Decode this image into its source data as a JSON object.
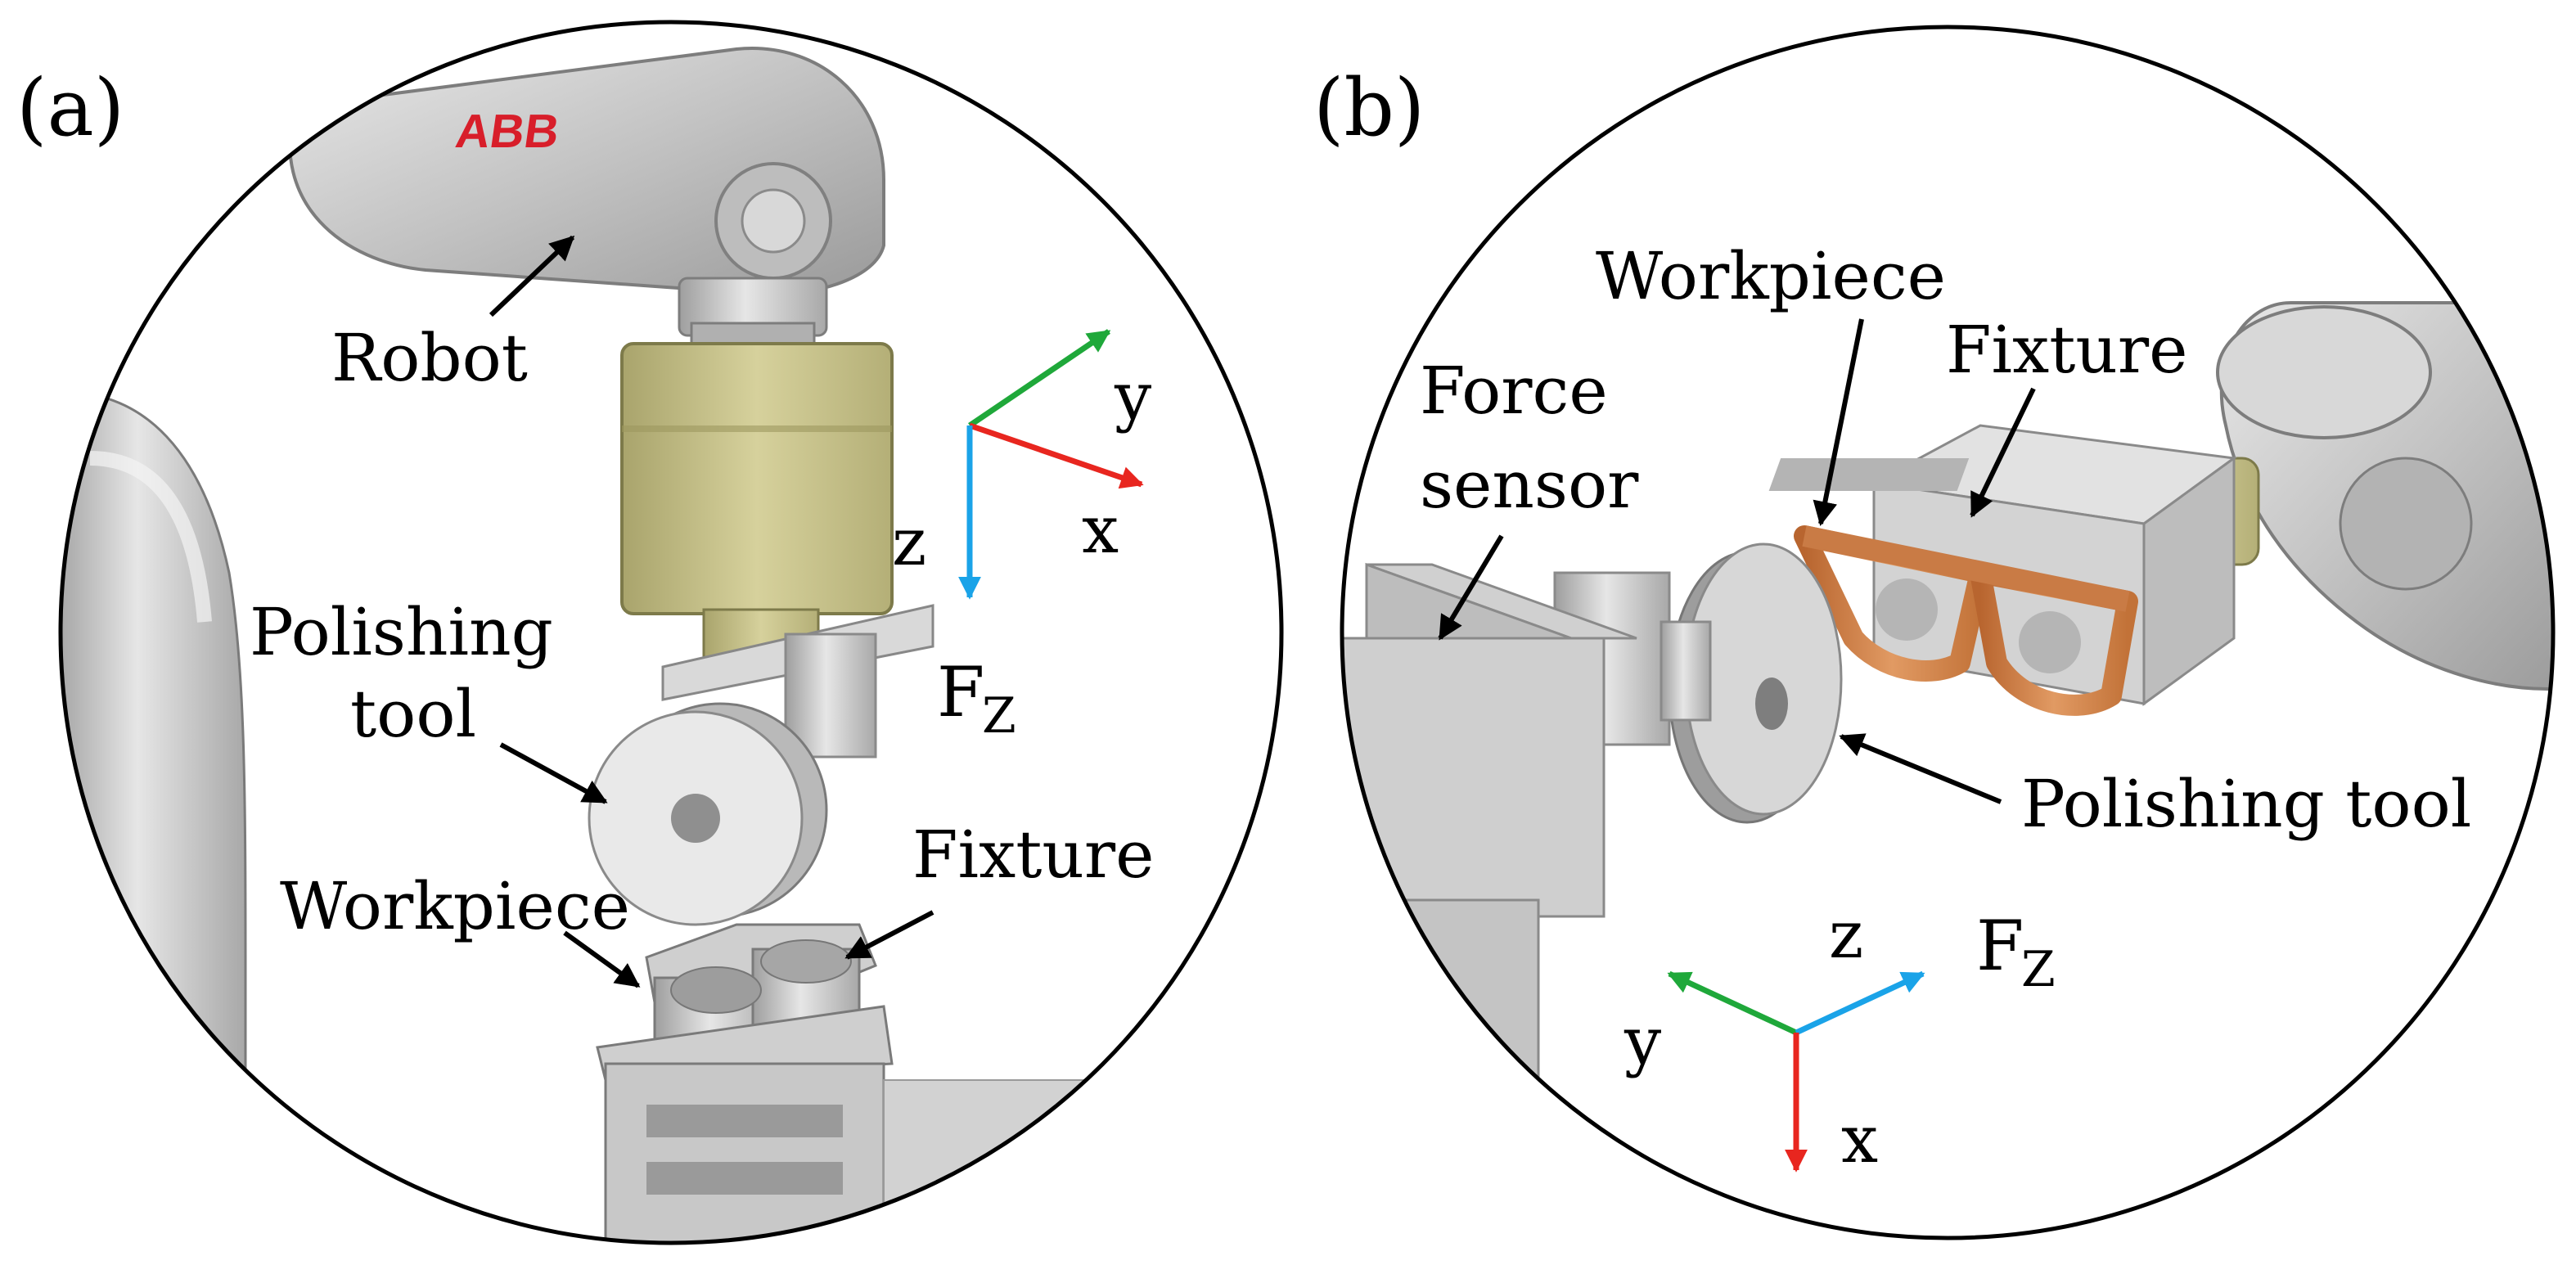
{
  "panel_a": {
    "tag": "(a)",
    "brand": "ABB",
    "callouts": {
      "robot": "Robot",
      "polishing_tool_1": "Polishing",
      "polishing_tool_2": "tool",
      "workpiece": "Workpiece",
      "fixture": "Fixture"
    },
    "axes": {
      "x": "x",
      "y": "y",
      "z": "z"
    },
    "force": {
      "main": "F",
      "sub": "Z"
    }
  },
  "panel_b": {
    "tag": "(b)",
    "callouts": {
      "force_sensor_1": "Force",
      "force_sensor_2": "sensor",
      "workpiece": "Workpiece",
      "fixture": "Fixture",
      "polishing_tool": "Polishing tool"
    },
    "axes": {
      "x": "x",
      "y": "y",
      "z": "z"
    },
    "force": {
      "main": "F",
      "sub": "Z"
    }
  },
  "colors": {
    "axis_x": "#e8261f",
    "axis_y": "#1fa83a",
    "axis_z": "#1aa3e8",
    "motor": "#c9c48e",
    "frame": "#000000",
    "metal": "#c4c4c4",
    "wood": "#c97b45",
    "brand": "#d81e2a"
  }
}
